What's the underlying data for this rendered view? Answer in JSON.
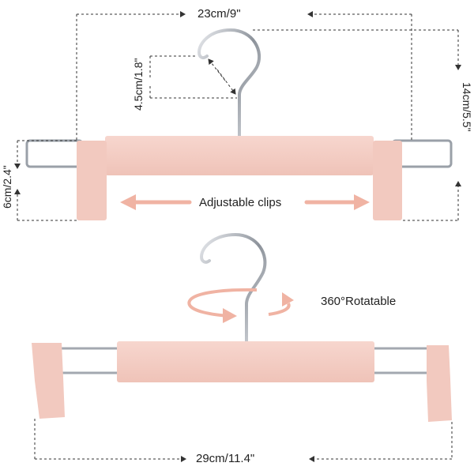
{
  "labels": {
    "top_width": "23cm/9\"",
    "hook_height": "4.5cm/1.8\"",
    "total_height": "14cm/5.5\"",
    "clip_height": "6cm/2.4\"",
    "adjustable": "Adjustable clips",
    "rotatable": "360°Rotatable",
    "bottom_width": "29cm/11.4\""
  },
  "colors": {
    "hanger_pink": "#f5cfc6",
    "hanger_pink_shade": "#eebdb2",
    "arrow_salmon": "#f0b3a3",
    "metal": "#9aa0a8",
    "dash": "#333333"
  }
}
